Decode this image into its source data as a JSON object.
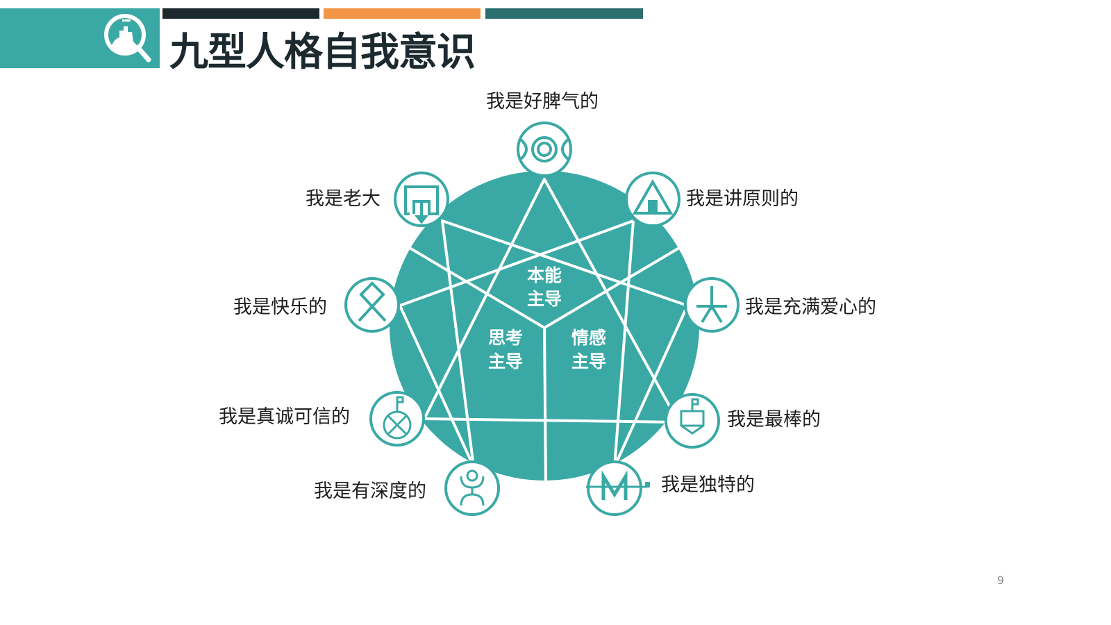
{
  "header": {
    "title": "九型人格自我意识",
    "logo_icon": "magnifier-with-person-icon",
    "accent_bars": [
      "#1c2a30",
      "#f29547",
      "#2a6e70"
    ],
    "brand_color": "#3aa9a5"
  },
  "diagram": {
    "type": "enneagram",
    "fill_color": "#3aa9a5",
    "line_color": "#ffffff",
    "centers": [
      {
        "line1": "本能",
        "line2": "主导"
      },
      {
        "line1": "思考",
        "line2": "主导"
      },
      {
        "line1": "情感",
        "line2": "主导"
      }
    ],
    "nodes": [
      {
        "label": "我是好脾气的",
        "icon": "double-crescent-circle-icon"
      },
      {
        "label": "我是讲原则的",
        "icon": "triangle-house-icon"
      },
      {
        "label": "我是充满爱心的",
        "icon": "tripod-cross-icon"
      },
      {
        "label": "我是最棒的",
        "icon": "flag-shield-icon"
      },
      {
        "label": "我是独特的",
        "icon": "m-line-icon"
      },
      {
        "label": "我是有深度的",
        "icon": "stick-figure-icon"
      },
      {
        "label": "我是真诚可信的",
        "icon": "flag-crossed-circle-icon"
      },
      {
        "label": "我是快乐的",
        "icon": "othala-rune-icon"
      },
      {
        "label": "我是老大",
        "icon": "maze-arrow-icon"
      }
    ]
  },
  "footer": {
    "page_number": "9"
  }
}
